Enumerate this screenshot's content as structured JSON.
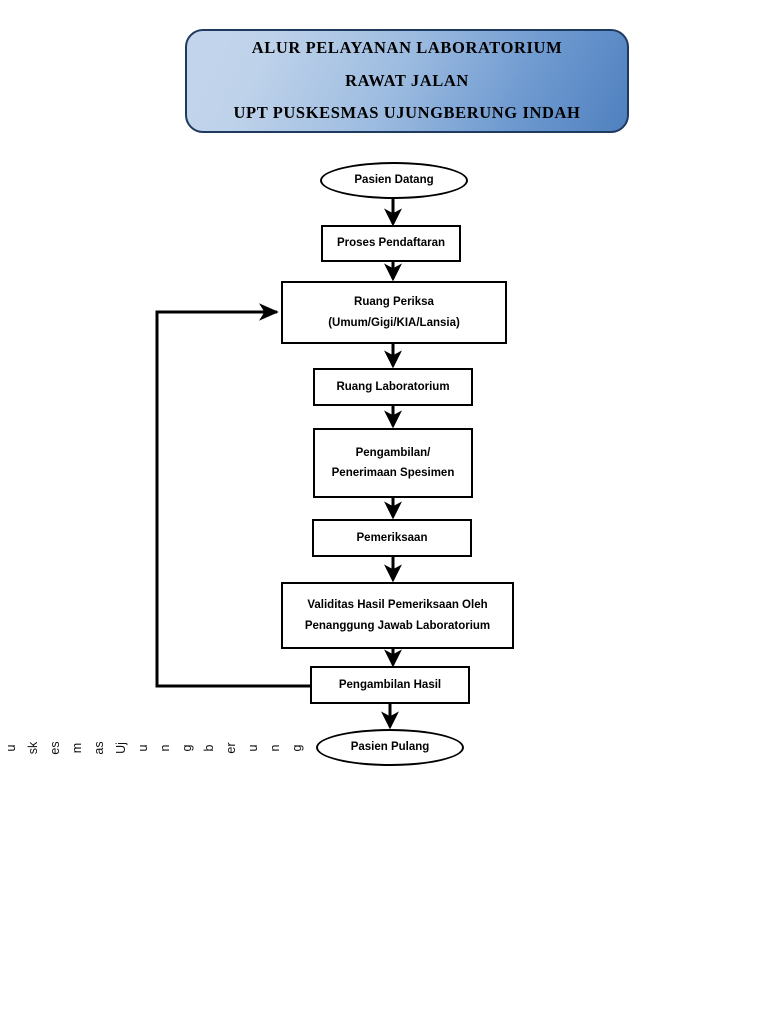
{
  "banner": {
    "line1": "ALUR PELAYANAN LABORATORIUM",
    "line2": "RAWAT JALAN",
    "line3": "UPT PUSKESMAS UJUNGBERUNG INDAH",
    "gradient_from": "#c3d5ec",
    "gradient_to": "#4f80bf",
    "border_color": "#1f3a5f"
  },
  "flow": {
    "start": {
      "label": "Pasien Datang",
      "shape": "ellipse"
    },
    "step1": {
      "label": "Proses Pendaftaran",
      "shape": "box"
    },
    "step2": {
      "label_line1": "Ruang Periksa",
      "label_line2": "(Umum/Gigi/KIA/Lansia)",
      "shape": "box"
    },
    "step3": {
      "label": "Ruang Laboratorium",
      "shape": "box"
    },
    "step4": {
      "label_line1": "Pengambilan/",
      "label_line2": "Penerimaan Spesimen",
      "shape": "box"
    },
    "step5": {
      "label": "Pemeriksaan",
      "shape": "box"
    },
    "step6": {
      "label_line1": "Validitas Hasil Pemeriksaan Oleh",
      "label_line2": "Penanggung Jawab Laboratorium",
      "shape": "box"
    },
    "step7": {
      "label": "Pengambilan Hasil",
      "shape": "box"
    },
    "end": {
      "label": "Pasien Pulang",
      "shape": "ellipse"
    }
  },
  "margin_text": {
    "reading": "uskesmas Ujungberung",
    "glyphs": [
      "u",
      "sk",
      "es",
      "m",
      "as",
      "Uj",
      "u",
      "n",
      "g",
      "b",
      "er",
      "u",
      "n",
      "g"
    ]
  },
  "colors": {
    "stroke": "#000000",
    "fill": "#ffffff",
    "page_background": "#ffffff"
  }
}
